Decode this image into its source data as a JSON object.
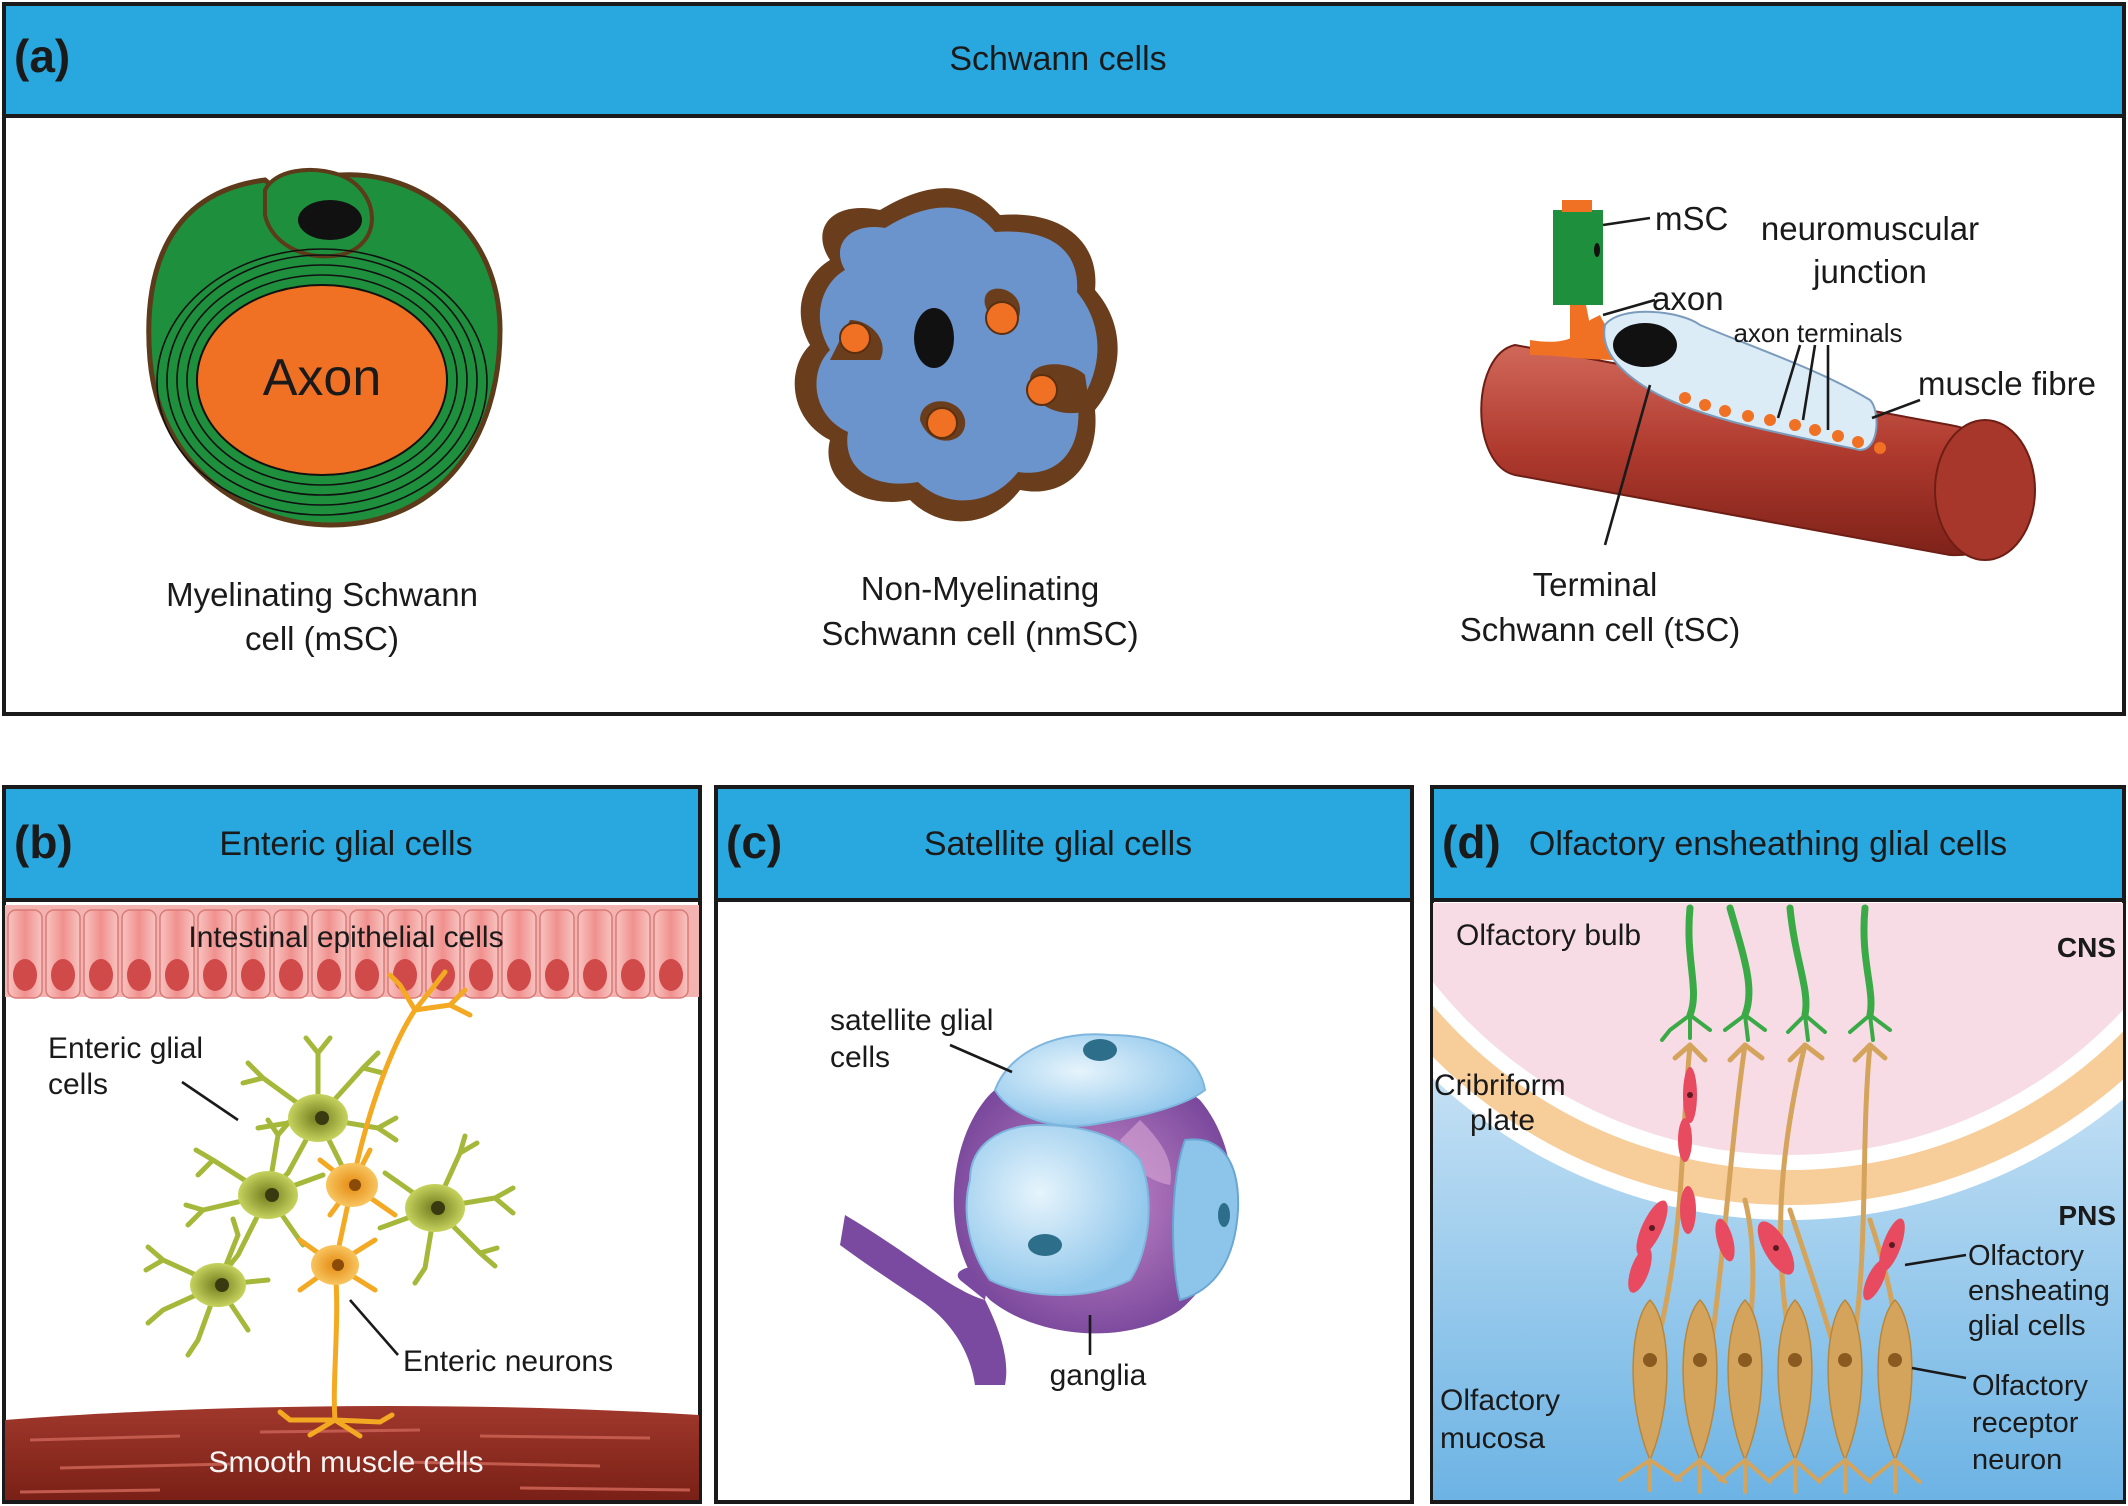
{
  "panels": {
    "a": {
      "letter": "(a)",
      "title": "Schwann cells",
      "axon_label": "Axon",
      "mSC_caption": [
        "Myelinating Schwann",
        "cell (mSC)"
      ],
      "nmSC_caption": [
        "Non-Myelinating",
        "Schwann cell (nmSC)"
      ],
      "tSC_caption": [
        "Terminal",
        "Schwann cell (tSC)"
      ],
      "labels": {
        "msc": "mSC",
        "axon": "axon",
        "nmj": [
          "neuromuscular",
          "junction"
        ],
        "axon_terminals": "axon terminals",
        "muscle_fibre": "muscle fibre"
      }
    },
    "b": {
      "letter": "(b)",
      "title": "Enteric glial cells",
      "epithelial": "Intestinal epithelial cells",
      "glial": [
        "Enteric glial",
        "cells"
      ],
      "neurons": "Enteric neurons",
      "muscle": "Smooth muscle cells"
    },
    "c": {
      "letter": "(c)",
      "title": "Satellite glial cells",
      "satellite": [
        "satellite glial",
        "cells"
      ],
      "ganglia": "ganglia"
    },
    "d": {
      "letter": "(d)",
      "title": "Olfactory ensheathing glial cells",
      "bulb": "Olfactory bulb",
      "cns": "CNS",
      "cribriform": [
        "Cribriform",
        "plate"
      ],
      "pns": "PNS",
      "oec": [
        "Olfactory",
        "ensheating",
        "glial cells"
      ],
      "mucosa": [
        "Olfactory",
        "mucosa"
      ],
      "orn": [
        "Olfactory",
        "receptor",
        "neuron"
      ]
    }
  },
  "colors": {
    "header": "#29a8e0",
    "myelin": "#1e8f3c",
    "axon": "#f07124",
    "nmsc_body": "#6b93cc",
    "cytoplasm": "#6a3e1c",
    "muscle": "#b03a2e",
    "tsc": "#dcecf7",
    "epithelium": "#f2a0a0",
    "glia": "#a6b83a",
    "neuron": "#f4a922",
    "ganglion": "#8a56a6",
    "satellite": "#b5dcf3",
    "oec": "#e84a5f",
    "orn": "#d5a45c",
    "bulb_axon": "#3aaa47"
  }
}
